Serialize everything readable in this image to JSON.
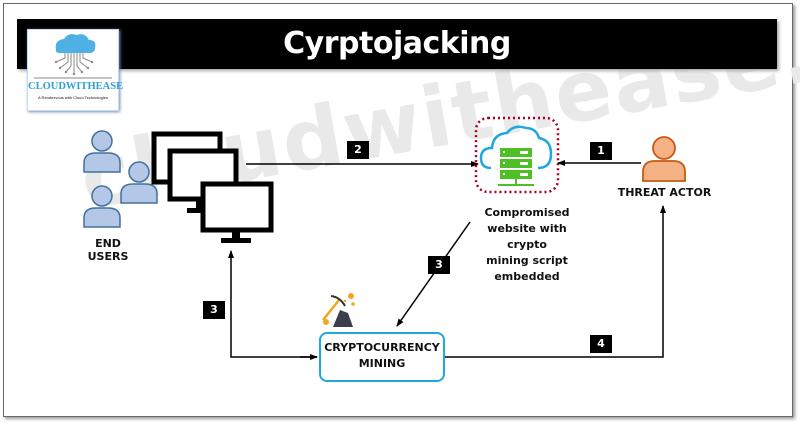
{
  "title": "Cyrptojacking",
  "logo": {
    "name": "CLOUDWITHEASE",
    "tagline": "A Rendezvous with Cloud Technologies",
    "icon": "cloud-circuit-icon"
  },
  "watermark": "cloudwithease.com",
  "nodes": {
    "end_users": {
      "label": "END USERS",
      "icons": [
        "user-icon",
        "user-icon",
        "user-icon",
        "monitor-icon",
        "monitor-icon",
        "monitor-icon"
      ]
    },
    "compromised_site": {
      "label": "Compromised website with crypto mining script embedded",
      "lines": [
        "Compromised",
        "website with crypto",
        "mining script",
        "embedded"
      ],
      "icon": "cloud-server-icon"
    },
    "threat_actor": {
      "label": "THREAT ACTOR",
      "icon": "user-icon"
    },
    "mining": {
      "lines": [
        "CRYPTOCURRENCY",
        "MINING"
      ],
      "icon": "pickaxe-coins-icon"
    }
  },
  "steps": [
    {
      "id": "1",
      "from": "threat_actor",
      "to": "compromised_site"
    },
    {
      "id": "2",
      "from": "end_users",
      "to": "compromised_site"
    },
    {
      "id": "3",
      "from": "compromised_site",
      "to": "mining"
    },
    {
      "id": "3",
      "from": "mining",
      "to": "end_users"
    },
    {
      "id": "4",
      "from": "mining",
      "to": "threat_actor"
    }
  ],
  "colors": {
    "title_bg": "#000000",
    "user_fill": "#b4c7e7",
    "user_stroke": "#41719c",
    "threat_fill": "#f4b183",
    "threat_stroke": "#c55a11",
    "server_green": "#4fbf26",
    "cloud_blue": "#1fa8e0",
    "dotted_red": "#a50021",
    "mining_border": "#1fa8e0"
  }
}
